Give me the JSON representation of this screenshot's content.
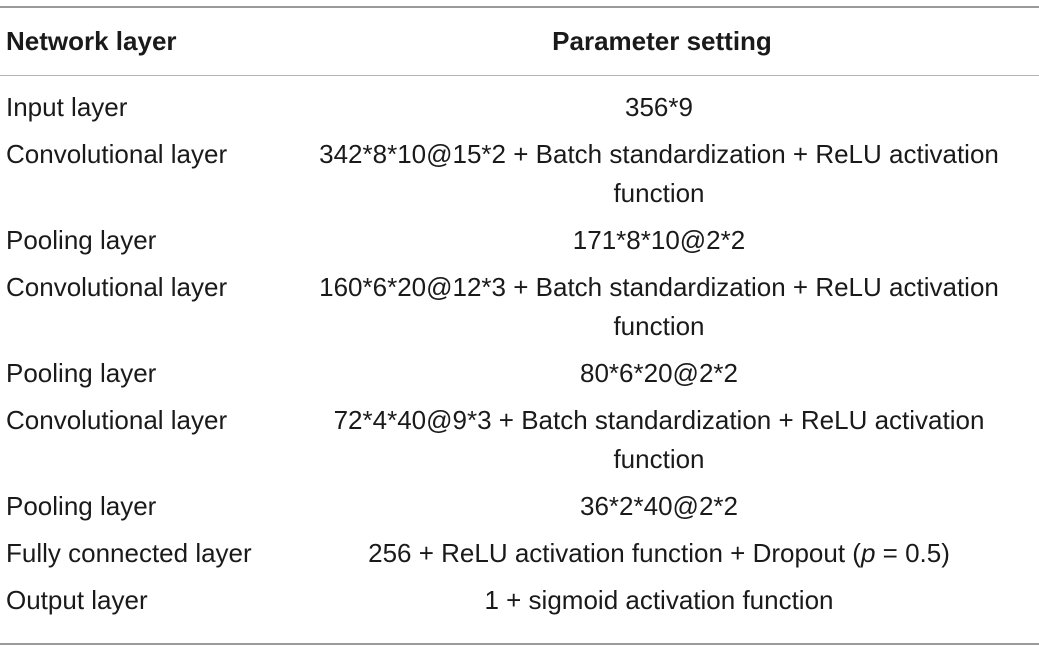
{
  "table": {
    "headers": {
      "layer": "Network layer",
      "param": "Parameter setting"
    },
    "rows": [
      {
        "layer": "Input layer",
        "param": "356*9"
      },
      {
        "layer": "Convolutional layer",
        "param": "342*8*10@15*2 + Batch standardization + ReLU activation function"
      },
      {
        "layer": "Pooling layer",
        "param": "171*8*10@2*2"
      },
      {
        "layer": "Convolutional layer",
        "param": "160*6*20@12*3 + Batch standardization + ReLU activation function"
      },
      {
        "layer": "Pooling layer",
        "param": "80*6*20@2*2"
      },
      {
        "layer": "Convolutional layer",
        "param": "72*4*40@9*3 + Batch standardization + ReLU activation function"
      },
      {
        "layer": "Pooling layer",
        "param": "36*2*40@2*2"
      },
      {
        "layer": "Fully connected layer",
        "param_pre": "256 + ReLU activation function + Dropout (",
        "param_var": "p",
        "param_post": " = 0.5)"
      },
      {
        "layer": "Output layer",
        "param": "1 + sigmoid activation function"
      }
    ]
  }
}
